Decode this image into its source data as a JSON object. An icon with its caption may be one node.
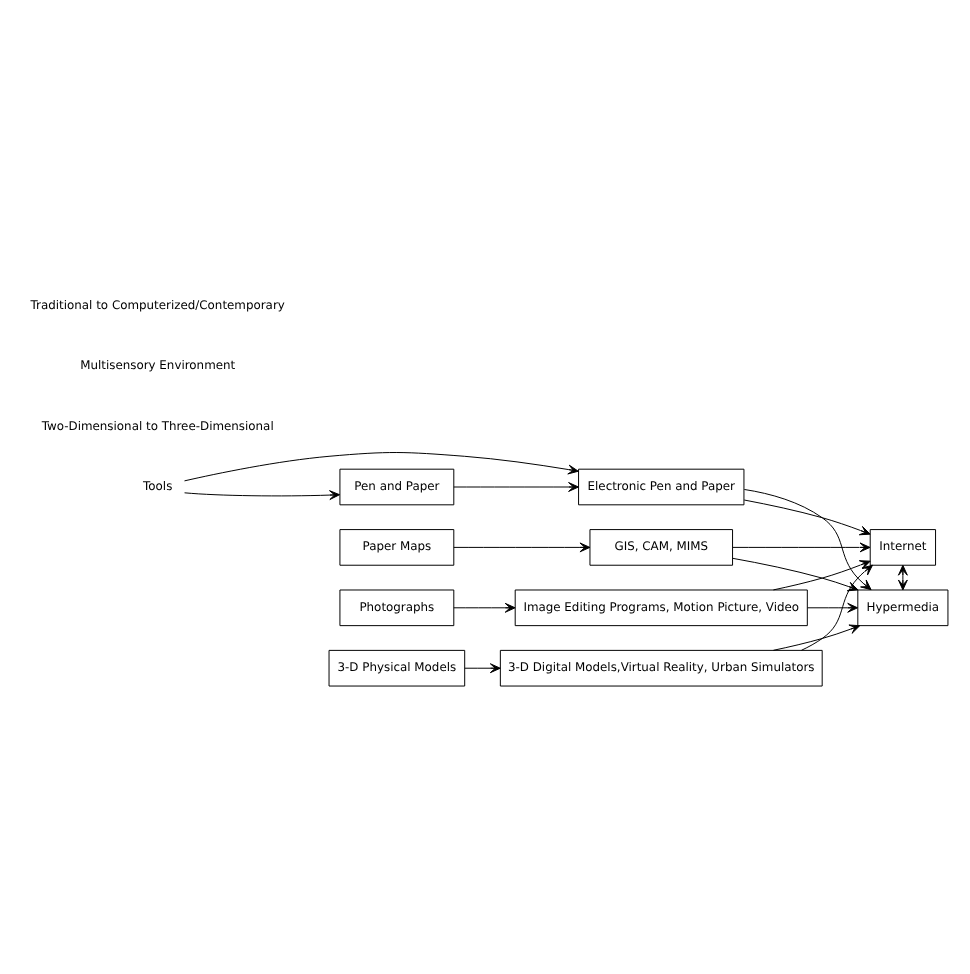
{
  "diagram": {
    "nodes": [
      {
        "text": [
          "Tools"
        ]
      },
      {
        "text": [
          "Pen and Paper"
        ]
      },
      {
        "text": [
          "Electronic Pen and Paper"
        ]
      },
      {
        "text": [
          "Paper Maps"
        ]
      },
      {
        "text": [
          "GIS, CAM, MIMS"
        ]
      },
      {
        "text": [
          "Photographs"
        ]
      },
      {
        "text": [
          "Image Editing Programs, Motion Picture, Video"
        ]
      },
      {
        "text": [
          "3-D Physical Models"
        ]
      },
      {
        "text": [
          "3-D Digital Models,Virtual Reality, Urban Simulators"
        ]
      },
      {
        "text": [
          "Internet"
        ]
      },
      {
        "text": [
          "Hypermedia"
        ]
      }
    ],
    "edges": [
      {
        "from": 0,
        "to": 1,
        "arrow": "to"
      },
      {
        "from": 0,
        "to": 2,
        "arrow": "to"
      },
      {
        "from": 1,
        "to": 2,
        "arrow": "to"
      },
      {
        "from": 3,
        "to": 4,
        "arrow": "to"
      },
      {
        "from": 5,
        "to": 6,
        "arrow": "to"
      },
      {
        "from": 7,
        "to": 8,
        "arrow": "to"
      },
      {
        "from": 2,
        "to": 9,
        "arrow": "to"
      },
      {
        "from": 4,
        "to": 9,
        "arrow": "to"
      },
      {
        "from": 6,
        "to": 9,
        "arrow": "to"
      },
      {
        "from": 8,
        "to": 9,
        "arrow": "to"
      },
      {
        "from": 2,
        "to": 10,
        "arrow": "to"
      },
      {
        "from": 4,
        "to": 10,
        "arrow": "to"
      },
      {
        "from": 6,
        "to": 10,
        "arrow": "to"
      },
      {
        "from": 8,
        "to": 10,
        "arrow": "to"
      },
      {
        "from": 9,
        "to": 10,
        "arrow": "both"
      }
    ],
    "labels": [
      "Two-Dimensional to Three-Dimensional",
      "Multisensory Environment",
      "Traditional to Computerized/Contemporary"
    ]
  }
}
